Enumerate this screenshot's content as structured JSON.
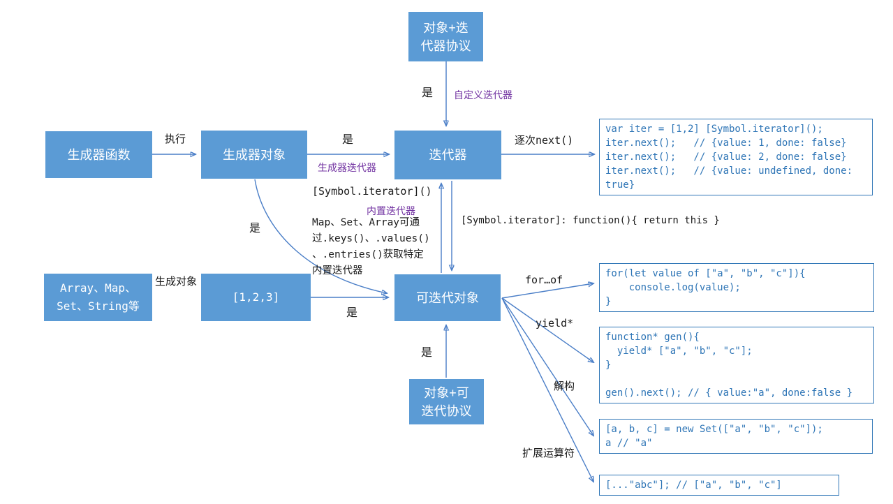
{
  "colors": {
    "node_fill": "#5b9bd5",
    "node_text": "#ffffff",
    "arrow": "#4a7ec7",
    "code_border": "#2e75b6",
    "code_text": "#2e75b6",
    "label_black": "#1a1a1a",
    "label_purple": "#7030a0"
  },
  "nodes": {
    "protocol_iterator": "对象+迭\n代器协议",
    "generator_function": "生成器函数",
    "generator_object": "生成器对象",
    "iterator": "迭代器",
    "builtin_types": "Array、Map、\nSet、String等",
    "array_literal": "[1,2,3]",
    "iterable_object": "可迭代对象",
    "protocol_iterable": "对象+可\n迭代协议"
  },
  "edge_labels": {
    "execute": "执行",
    "yes_top": "是",
    "custom_iterator": "自定义迭代器",
    "yes_generator": "是",
    "generator_iterator": "生成器迭代器",
    "next_sequentially": "逐次next()",
    "symbol_iterator_call": "[Symbol.iterator]()",
    "builtin_iterator": "内置迭代器",
    "builtin_note": "Map、Set、Array可通\n过.keys()、.values()\n、.entries()获取特定\n内置迭代器",
    "return_this": "[Symbol.iterator]: function(){ return this }",
    "yes_curve": "是",
    "create_object": "生成对象",
    "yes_array": "是",
    "yes_bottom": "是",
    "for_of": "for…of",
    "yield_star": "yield*",
    "destructuring": "解构",
    "spread_operator": "扩展运算符"
  },
  "code_blocks": {
    "iterator_usage": "var iter = [1,2] [Symbol.iterator]();\niter.next();   // {value: 1, done: false}\niter.next();   // {value: 2, done: false}\niter.next();   // {value: undefined, done:\ntrue}",
    "for_of_example": "for(let value of [\"a\", \"b\", \"c\"]){\n    console.log(value);\n}",
    "yield_star_example": "function* gen(){\n  yield* [\"a\", \"b\", \"c\"];\n}\n\ngen().next(); // { value:\"a\", done:false }",
    "destructuring_example": "[a, b, c] = new Set([\"a\", \"b\", \"c\"]);\na // \"a\"",
    "spread_example": "[...\"abc\"]; // [\"a\", \"b\", \"c\"]"
  }
}
